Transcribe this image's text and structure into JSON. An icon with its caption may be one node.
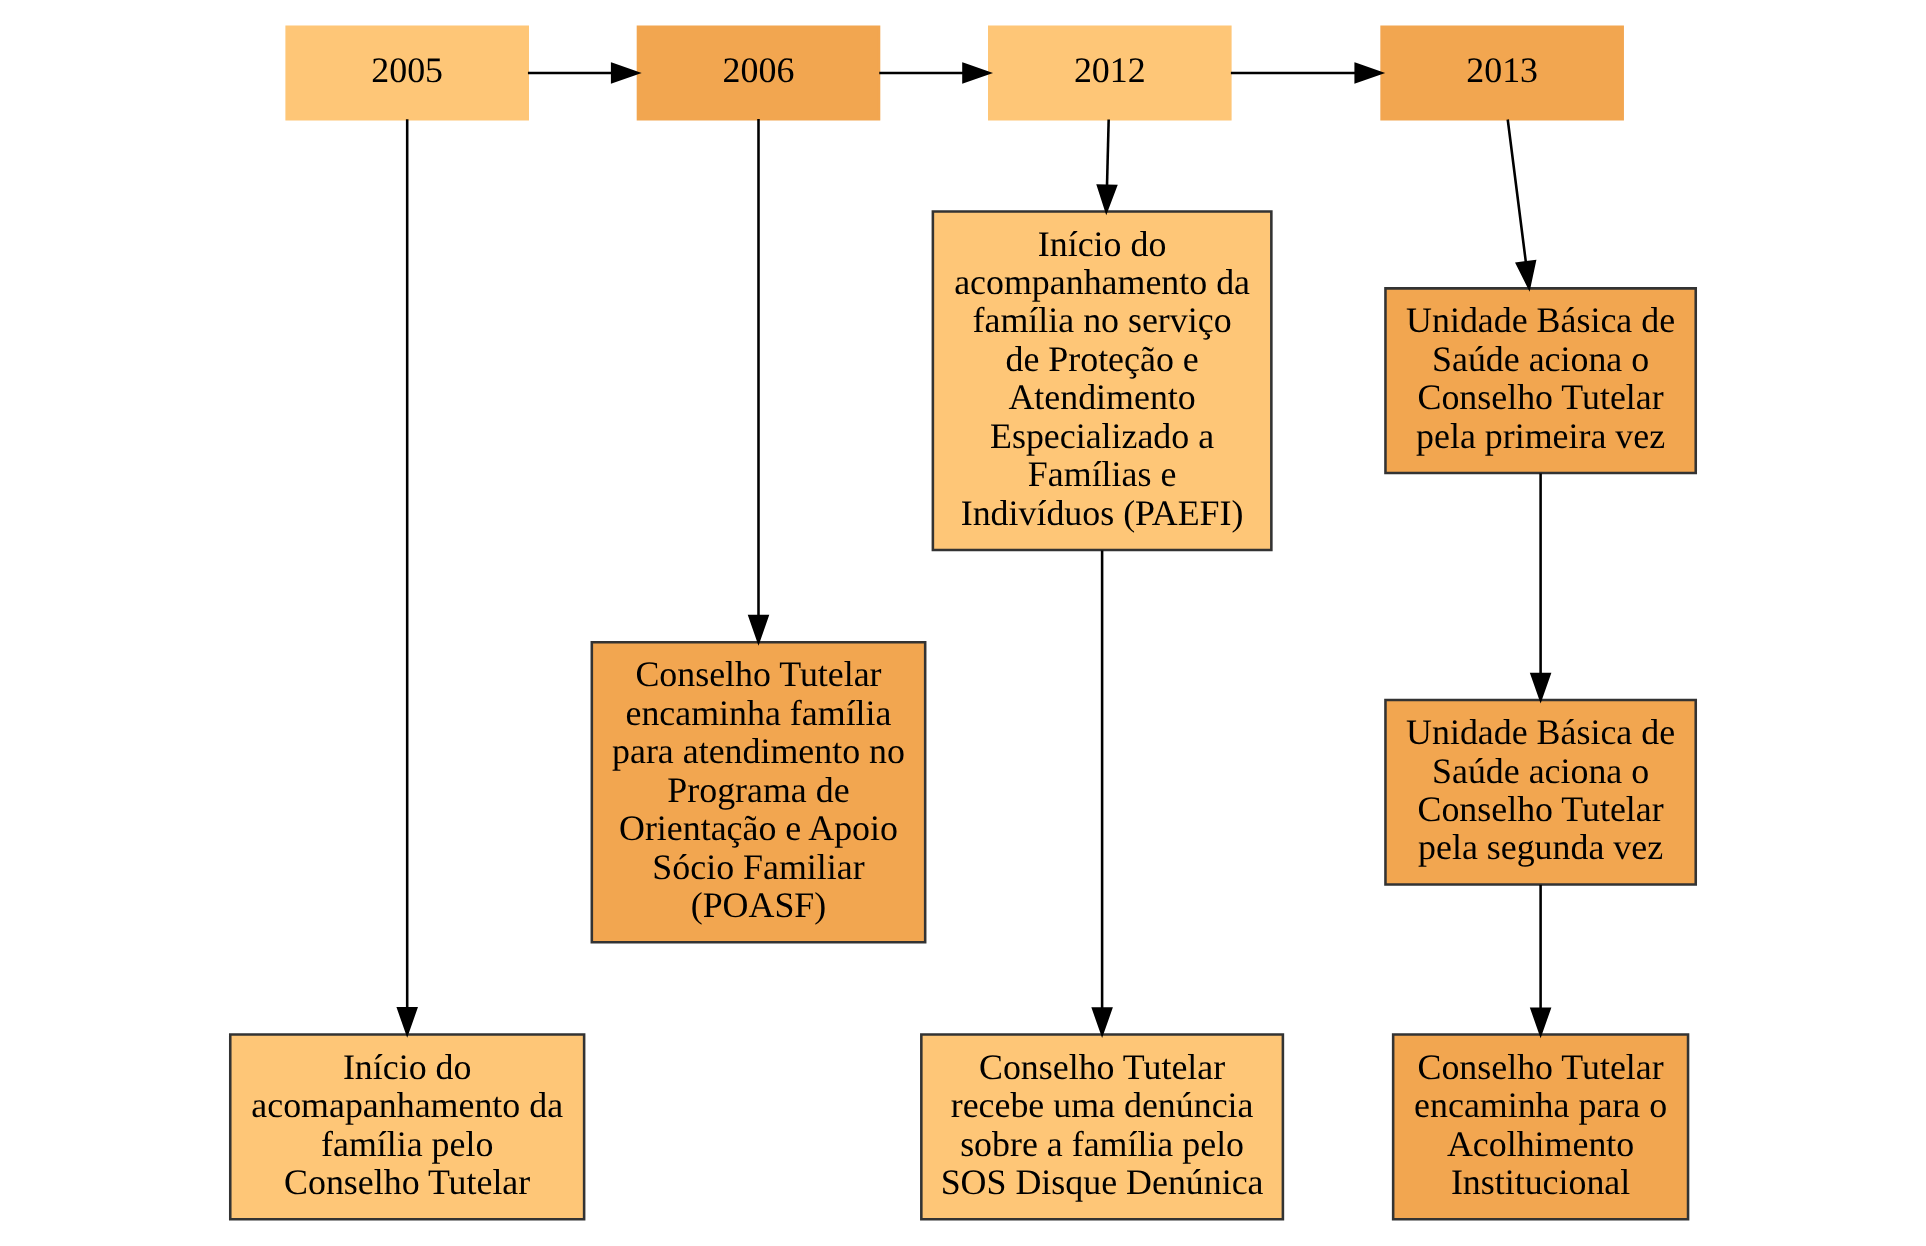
{
  "diagram": {
    "nodes": [
      {
        "text": [
          "2005"
        ]
      },
      {
        "text": [
          "2006"
        ]
      },
      {
        "text": [
          "2012"
        ]
      },
      {
        "text": [
          "2013"
        ]
      },
      {
        "text": [
          "Início do acompanhamento da família no serviço de Proteção e Atendimento Especializado a Famílias e Indivíduos (PAEFI)"
        ]
      },
      {
        "text": [
          "Unidade Básica de Saúde aciona o Conselho Tutelar pela primeira vez"
        ]
      },
      {
        "text": [
          "Conselho Tutelar encaminha família para atendimento no Programa de Orientação e Apoio Sócio Familiar (POASF)"
        ]
      },
      {
        "text": [
          "Unidade Básica de Saúde aciona o Conselho Tutelar pela segunda vez"
        ]
      },
      {
        "text": [
          "Início do acomapanhamento da família pelo Conselho Tutelar"
        ]
      },
      {
        "text": [
          "Conselho Tutelar recebe uma denúncia sobre a família pelo SOS Disque Denúnica"
        ]
      },
      {
        "text": [
          "Conselho Tutelar encaminha para o Acolhimento Institucional"
        ]
      }
    ],
    "edges": [
      {
        "from": 0,
        "to": 1,
        "arrow": "to"
      },
      {
        "from": 1,
        "to": 2,
        "arrow": "to"
      },
      {
        "from": 2,
        "to": 3,
        "arrow": "to"
      },
      {
        "from": 0,
        "to": 8,
        "arrow": "to"
      },
      {
        "from": 1,
        "to": 6,
        "arrow": "to"
      },
      {
        "from": 2,
        "to": 4,
        "arrow": "to"
      },
      {
        "from": 4,
        "to": 9,
        "arrow": "to"
      },
      {
        "from": 3,
        "to": 5,
        "arrow": "to"
      },
      {
        "from": 5,
        "to": 7,
        "arrow": "to"
      },
      {
        "from": 7,
        "to": 10,
        "arrow": "to"
      }
    ]
  }
}
